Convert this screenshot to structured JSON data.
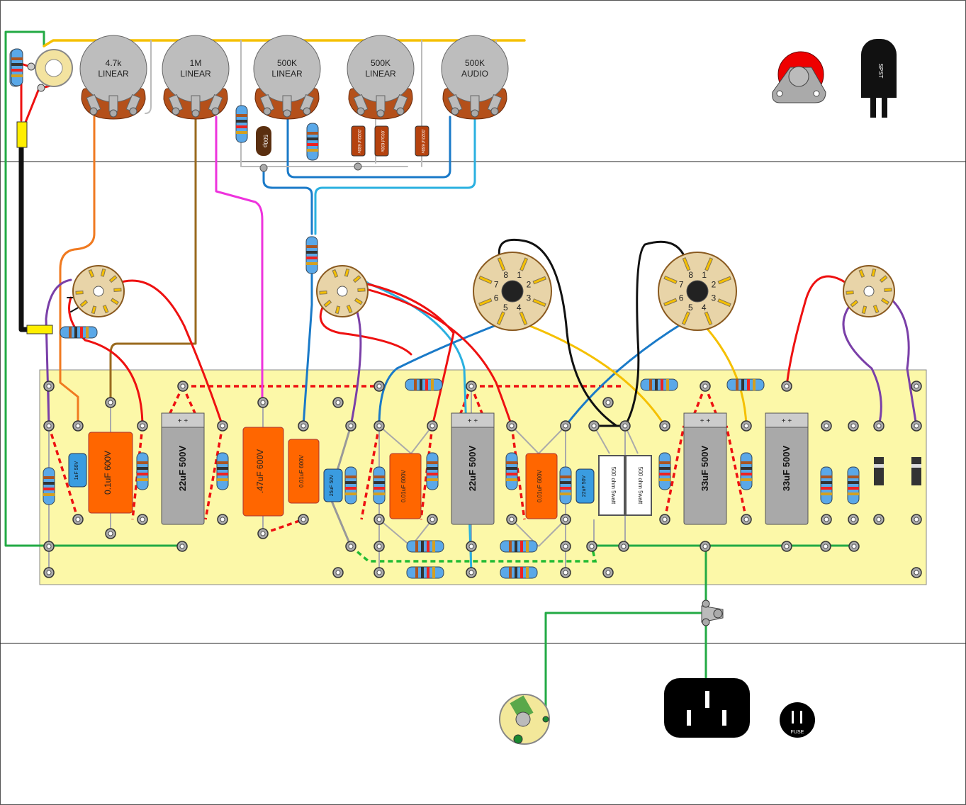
{
  "pots": [
    {
      "value": "4.7k",
      "taper": "LINEAR"
    },
    {
      "value": "1M",
      "taper": "LINEAR"
    },
    {
      "value": "500K",
      "taper": "LINEAR"
    },
    {
      "value": "500K",
      "taper": "LINEAR"
    },
    {
      "value": "500K",
      "taper": "AUDIO"
    }
  ],
  "tone_caps": [
    ".0022uf 630v",
    ".001uf 630v",
    ".0022uf 630v"
  ],
  "ceramic_cap": "500p",
  "board_caps": {
    "c1": "0.1uF 600V",
    "c2": ".47uF 600V",
    "c3": "0.01uF 600V",
    "c4": "0.01uF 600V",
    "c5": "0.01uF 600V",
    "bypass1": "1uF 50V",
    "bypass2": "25uF 50V",
    "bypass3": "22uF 50V"
  },
  "filter_caps": [
    "22uF 500V",
    "22uF 500V",
    "33uF 500V",
    "33uF 500V"
  ],
  "filter_cap_polarity": "+ +",
  "power_resistors": [
    "500 ohm 5watt",
    "500 ohm 5watt"
  ],
  "octal_pins": [
    "1",
    "2",
    "3",
    "4",
    "5",
    "6",
    "7",
    "8"
  ],
  "switch_label": "SPST",
  "fuse_label": "FUSE",
  "colors": {
    "board": "#fcf8a8",
    "cap_orange": "#ff6600",
    "ground": "#22aa44",
    "heater": "#f5c000"
  }
}
